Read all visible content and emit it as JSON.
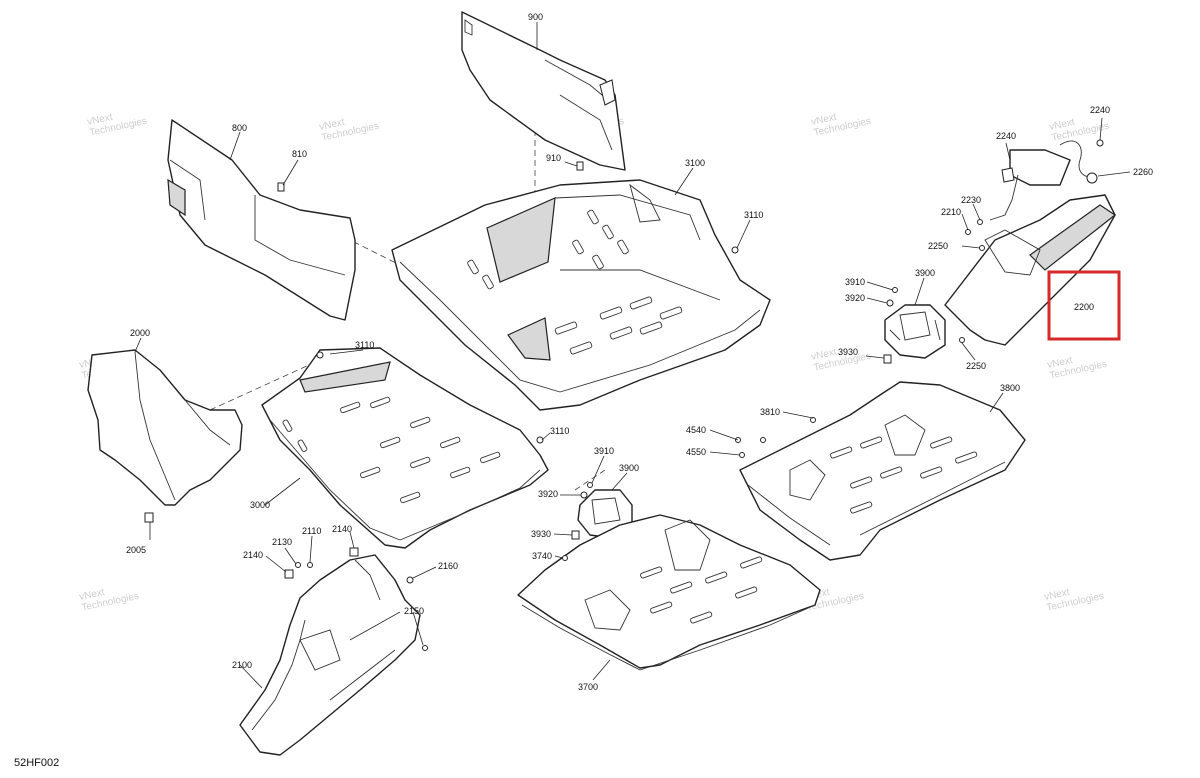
{
  "diagram": {
    "code": "52HF002",
    "watermark": [
      "vNext",
      "Technologies"
    ],
    "highlight_color": "#d62828",
    "callouts": {
      "c900": "900",
      "c910": "910",
      "c800": "800",
      "c810": "810",
      "c3100": "3100",
      "c3110a": "3110",
      "c3110b": "3110",
      "c3110c": "3110",
      "c2240a": "2240",
      "c2240b": "2240",
      "c2260": "2260",
      "c2230": "2230",
      "c2210": "2210",
      "c2250a": "2250",
      "c2250b": "2250",
      "c2200": "2200",
      "c2000": "2000",
      "c2005": "2005",
      "c3000": "3000",
      "c3910a": "3910",
      "c3920a": "3920",
      "c3900a": "3900",
      "c3930a": "3930",
      "c3810": "3810",
      "c3800": "3800",
      "c4540": "4540",
      "c4550": "4550",
      "c3910b": "3910",
      "c3900b": "3900",
      "c3920b": "3920",
      "c3930b": "3930",
      "c3740": "3740",
      "c3700": "3700",
      "c2110": "2110",
      "c2130": "2130",
      "c2140a": "2140",
      "c2140b": "2140",
      "c2160": "2160",
      "c2150": "2150",
      "c2100": "2100"
    }
  }
}
